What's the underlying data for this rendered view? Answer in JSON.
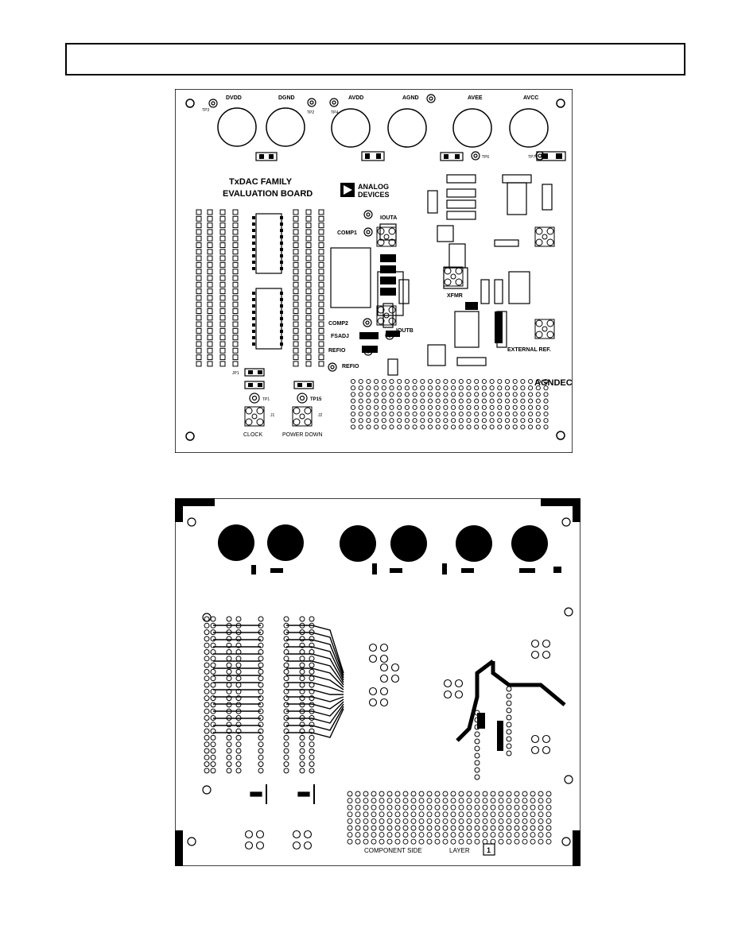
{
  "header": {
    "text": ""
  },
  "silkscreen": {
    "supply_labels": [
      "DVDD",
      "DGND",
      "AVDD",
      "AGND",
      "AVEE",
      "AVCC"
    ],
    "tp_labels": [
      "TP3",
      "TP2",
      "TP4",
      "TP6",
      "TP7"
    ],
    "title_line1": "TxDAC FAMILY",
    "title_line2": "EVALUATION BOARD",
    "logo_line1": "ANALOG",
    "logo_line2": "DEVICES",
    "iouta": "IOUTA",
    "comp1": "COMP1",
    "comp2": "COMP2",
    "fsadj": "FSADJ",
    "refio": "REFIO",
    "refio2": "REFIO",
    "ioutb": "IOUTB",
    "xfmr": "XFMR",
    "external_ref": "EXTERNAL REF.",
    "agndec": "AGNDEC",
    "tp1": "TP1",
    "tp15": "TP15",
    "clock": "CLOCK",
    "power_down": "POWER DOWN",
    "jp1": "JP1",
    "j1": "J1",
    "j2": "J2"
  },
  "footer": {
    "component_side": "COMPONENT SIDE",
    "layer_label": "LAYER",
    "layer_number": "1"
  }
}
